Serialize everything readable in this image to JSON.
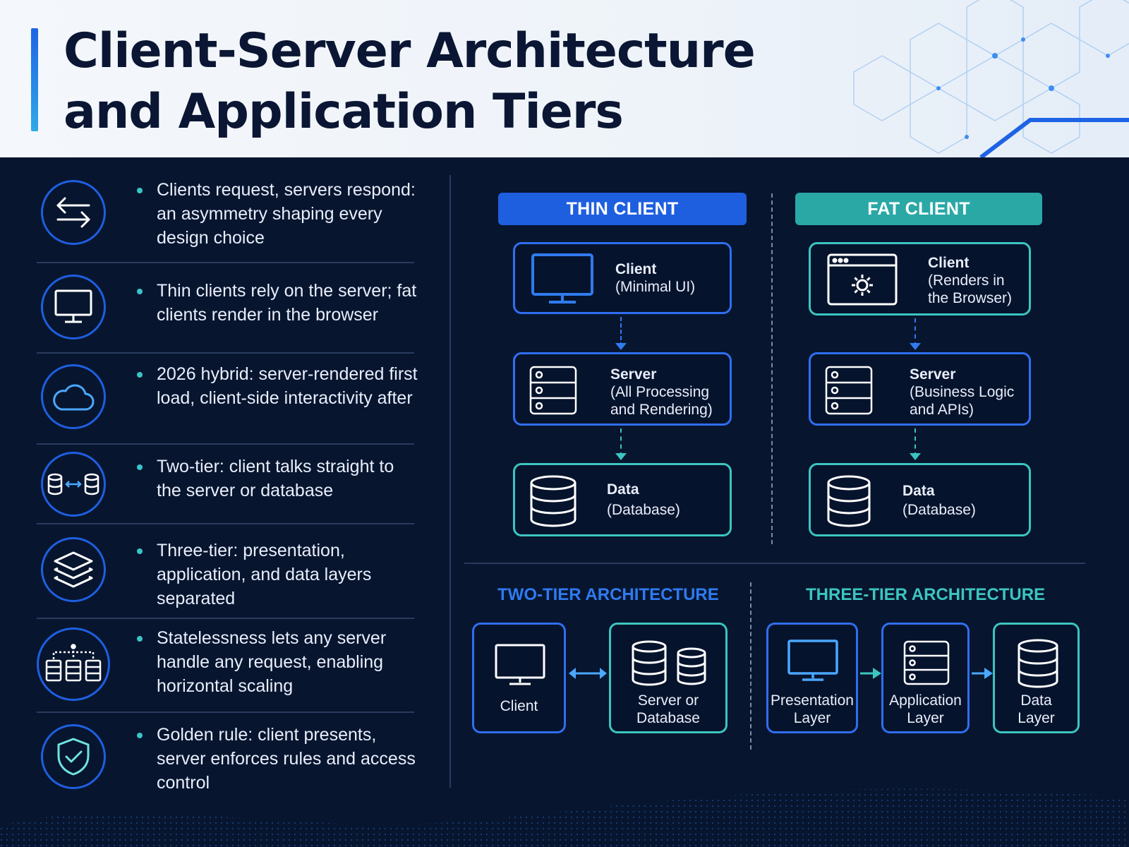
{
  "header": {
    "title_line1": "Client-Server Architecture",
    "title_line2": "and Application Tiers"
  },
  "points": [
    {
      "icon": "arrows-exchange-icon",
      "text": "Clients request, servers respond: an asymmetry shaping every design choice"
    },
    {
      "icon": "monitor-icon",
      "text": "Thin clients rely on the server; fat clients render in the browser"
    },
    {
      "icon": "cloud-icon",
      "text": "2026 hybrid: server-rendered first load, client-side interactivity after"
    },
    {
      "icon": "database-link-icon",
      "text": "Two-tier: client talks straight to the server or database"
    },
    {
      "icon": "layers-icon",
      "text": "Three-tier: presentation, application, and data layers separated"
    },
    {
      "icon": "server-network-icon",
      "text": "Statelessness lets any server handle any request, enabling horizontal scaling"
    },
    {
      "icon": "shield-check-icon",
      "text": "Golden rule: client presents, server enforces rules and access control"
    }
  ],
  "thin_client": {
    "header": "THIN CLIENT",
    "client": {
      "title": "Client",
      "sub": "(Minimal UI)"
    },
    "server": {
      "title": "Server",
      "sub1": "(All Processing",
      "sub2": "and Rendering)"
    },
    "data": {
      "title": "Data",
      "sub": "(Database)"
    }
  },
  "fat_client": {
    "header": "FAT CLIENT",
    "client": {
      "title": "Client",
      "sub1": "(Renders in",
      "sub2": "the Browser)"
    },
    "server": {
      "title": "Server",
      "sub1": "(Business Logic",
      "sub2": "and APIs)"
    },
    "data": {
      "title": "Data",
      "sub": "(Database)"
    }
  },
  "two_tier": {
    "title": "TWO-TIER ARCHITECTURE",
    "client": "Client",
    "server_line1": "Server or",
    "server_line2": "Database"
  },
  "three_tier": {
    "title": "THREE-TIER ARCHITECTURE",
    "presentation_line1": "Presentation",
    "presentation_line2": "Layer",
    "application_line1": "Application",
    "application_line2": "Layer",
    "data_line1": "Data",
    "data_line2": "Layer"
  },
  "colors": {
    "background": "#07152f",
    "blue": "#2f6ff0",
    "teal": "#3cc5c0",
    "thin_header": "#1e5fe0",
    "fat_header": "#2aa8a6"
  }
}
